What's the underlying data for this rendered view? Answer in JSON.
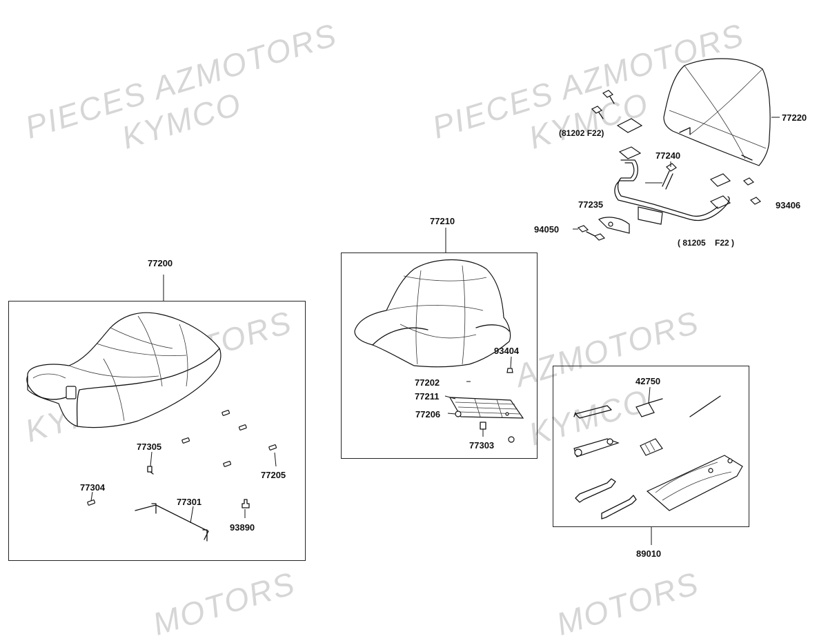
{
  "watermarks": [
    {
      "text": "PIECES AZMOTORS"
    },
    {
      "text": "KYMCO"
    },
    {
      "text": "PIECES AZMOTORS"
    },
    {
      "text": "KYMCO"
    },
    {
      "text": "AZMOTORS"
    },
    {
      "text": "KYMCO"
    },
    {
      "text": "AZMOTORS"
    },
    {
      "text": "KYMCO"
    },
    {
      "text": "MOTORS"
    },
    {
      "text": "MOTORS"
    }
  ],
  "parts": {
    "p77200": "77200",
    "p77305": "77305",
    "p77205": "77205",
    "p77304": "77304",
    "p77301": "77301",
    "p93890": "93890",
    "p77210": "77210",
    "p93404": "93404",
    "p77202": "77202",
    "p77211": "77211",
    "p77206": "77206",
    "p77303": "77303",
    "p77220": "77220",
    "p81202": "(81202 F22)",
    "p77240": "77240",
    "p77235": "77235",
    "p93406": "93406",
    "p94050": "94050",
    "p81205": "( 81205    F22 )",
    "p42750": "42750",
    "p89010": "89010"
  }
}
